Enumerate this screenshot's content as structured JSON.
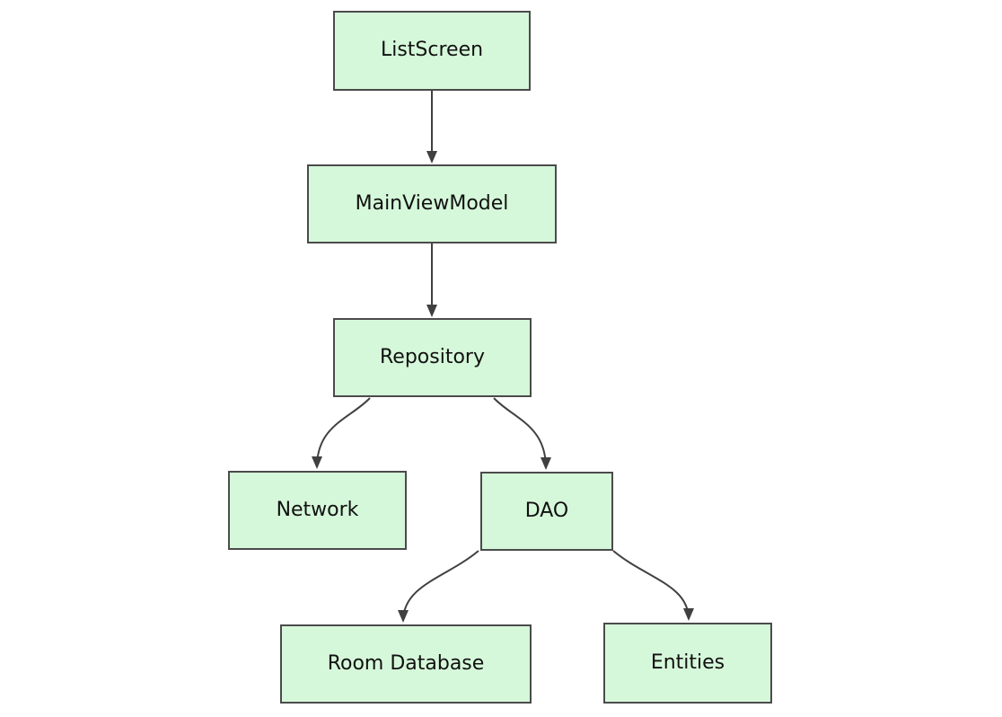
{
  "diagram": {
    "type": "flowchart",
    "direction": "top-down",
    "nodes": [
      {
        "id": "ListScreen",
        "label": "ListScreen"
      },
      {
        "id": "MainViewModel",
        "label": "MainViewModel"
      },
      {
        "id": "Repository",
        "label": "Repository"
      },
      {
        "id": "Network",
        "label": "Network"
      },
      {
        "id": "DAO",
        "label": "DAO"
      },
      {
        "id": "RoomDatabase",
        "label": "Room Database"
      },
      {
        "id": "Entities",
        "label": "Entities"
      }
    ],
    "edges": [
      {
        "from": "ListScreen",
        "to": "MainViewModel",
        "style": "arrow"
      },
      {
        "from": "MainViewModel",
        "to": "Repository",
        "style": "arrow"
      },
      {
        "from": "Repository",
        "to": "Network",
        "style": "arrow"
      },
      {
        "from": "Repository",
        "to": "DAO",
        "style": "arrow"
      },
      {
        "from": "DAO",
        "to": "RoomDatabase",
        "style": "arrow"
      },
      {
        "from": "DAO",
        "to": "Entities",
        "style": "arrow"
      }
    ],
    "colors": {
      "node_fill": "#d6f8da",
      "node_border": "#4b4b4b",
      "edge_stroke": "#404040",
      "text": "#111111",
      "background": "#ffffff"
    }
  }
}
